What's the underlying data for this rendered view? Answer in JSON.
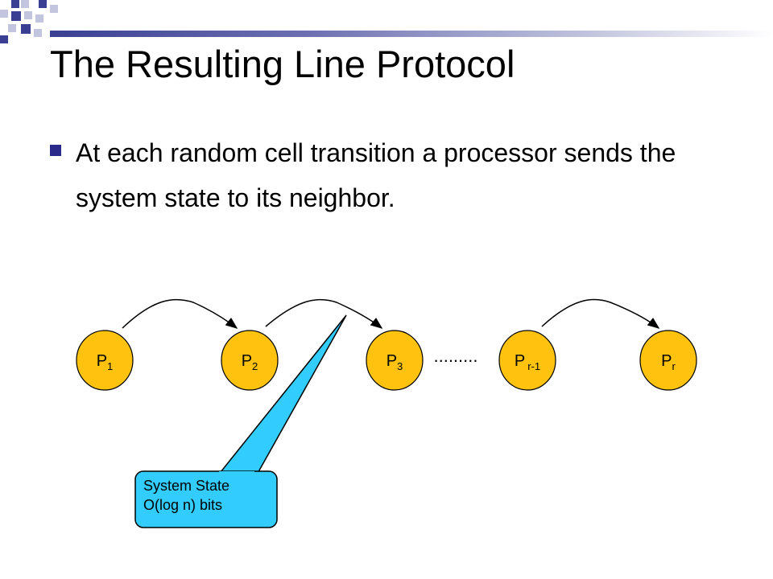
{
  "slide": {
    "title": "The Resulting Line Protocol",
    "bullets": [
      "At each random cell transition a processor sends the system state to its neighbor."
    ]
  },
  "diagram": {
    "nodes": [
      {
        "base": "P",
        "sub": "1"
      },
      {
        "base": "P",
        "sub": "2"
      },
      {
        "base": "P",
        "sub": "3"
      },
      {
        "base": "P",
        "sub": "r-1"
      },
      {
        "base": "P",
        "sub": "r"
      }
    ],
    "ellipsis": ".........",
    "callout": {
      "line1": "System State",
      "line2": "O(log n) bits"
    }
  },
  "colors": {
    "node_fill": "#ffc20e",
    "callout_fill": "#33ccff",
    "bullet": "#2a2a8a",
    "accent": "#3a3f93"
  }
}
